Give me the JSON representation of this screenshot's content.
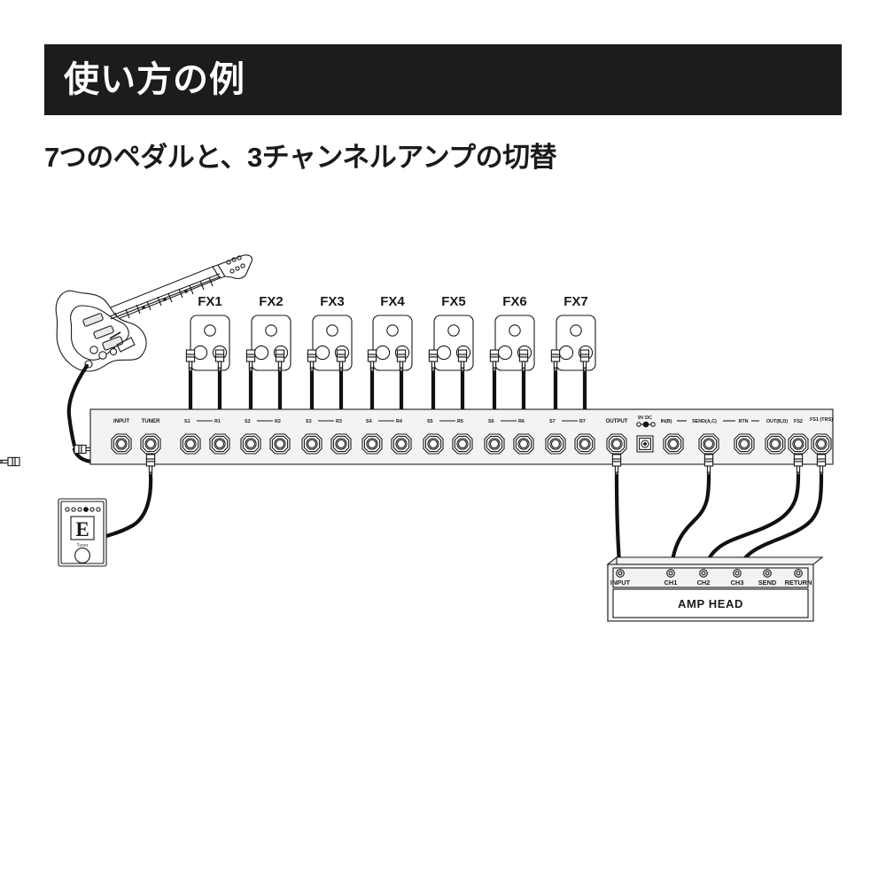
{
  "header": {
    "title": "使い方の例",
    "bar_color": "#1c1c1c",
    "text_color": "#ffffff"
  },
  "subtitle": "7つのペダルと、3チャンネルアンプの切替",
  "diagram": {
    "type": "signal-routing-diagram",
    "devices": {
      "guitar": {
        "name": "electric-guitar",
        "style": "stratocaster-line-art"
      },
      "tuner_pedal": {
        "name": "tuner-pedal",
        "display_note": "E",
        "label": "Tuner",
        "led_count": 7
      },
      "switcher": {
        "name": "loop-switcher-unit"
      },
      "amp": {
        "name": "amp-head",
        "label": "AMP HEAD"
      }
    },
    "fx_pedals": [
      {
        "label": "FX1"
      },
      {
        "label": "FX2"
      },
      {
        "label": "FX3"
      },
      {
        "label": "FX4"
      },
      {
        "label": "FX5"
      },
      {
        "label": "FX6"
      },
      {
        "label": "FX7"
      }
    ],
    "switcher_jacks_left": [
      {
        "label": "INPUT"
      },
      {
        "label": "TUNER"
      }
    ],
    "switcher_loops": [
      {
        "send": "S1",
        "ret": "R1"
      },
      {
        "send": "S2",
        "ret": "R2"
      },
      {
        "send": "S3",
        "ret": "R3"
      },
      {
        "send": "S4",
        "ret": "R4"
      },
      {
        "send": "S5",
        "ret": "R5"
      },
      {
        "send": "S6",
        "ret": "R6"
      },
      {
        "send": "S7",
        "ret": "R7"
      }
    ],
    "switcher_jacks_right": [
      {
        "label": "OUTPUT"
      },
      {
        "label": "9V DC"
      },
      {
        "label": "IN(B)"
      },
      {
        "label": "SEND(A,C)"
      },
      {
        "label": "RTN"
      },
      {
        "label": "OUT(B,D)"
      },
      {
        "label": "FS2"
      },
      {
        "label": "FS1 (TRS)"
      }
    ],
    "amp_jacks": [
      {
        "label": "INPUT"
      },
      {
        "label": "CH1"
      },
      {
        "label": "CH2"
      },
      {
        "label": "CH3"
      },
      {
        "label": "SEND"
      },
      {
        "label": "RETURN"
      }
    ],
    "amp_body_label": "AMP HEAD"
  },
  "colors": {
    "background": "#ffffff",
    "ink": "#1a1a1a",
    "cable": "#111111",
    "panel_fill": "#f3f3f3"
  }
}
